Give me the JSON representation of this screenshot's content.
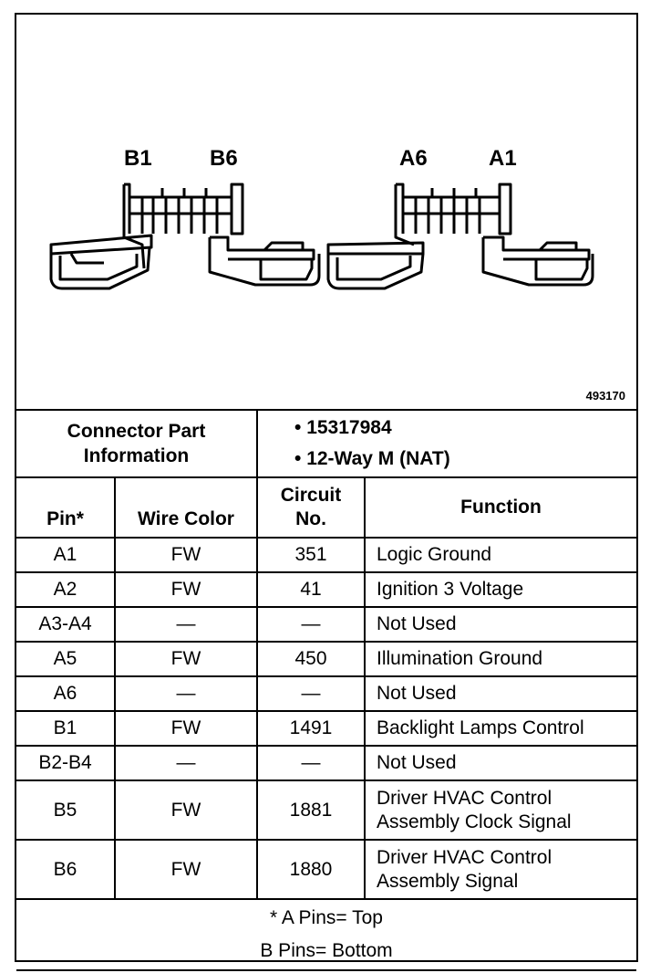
{
  "diagram": {
    "left_connector": {
      "label_left": "B1",
      "label_right": "B6"
    },
    "right_connector": {
      "label_left": "A6",
      "label_right": "A1"
    },
    "figure_id": "493170"
  },
  "part_info": {
    "label_line1": "Connector Part",
    "label_line2": "Information",
    "bullet": "•",
    "items": [
      "15317984",
      "12-Way M (NAT)"
    ]
  },
  "table": {
    "headers": {
      "pin": "Pin*",
      "wire_color": "Wire Color",
      "circuit_line1": "Circuit",
      "circuit_line2": "No.",
      "function": "Function"
    },
    "rows": [
      {
        "pin": "A1",
        "wire": "FW",
        "circuit": "351",
        "function": "Logic Ground"
      },
      {
        "pin": "A2",
        "wire": "FW",
        "circuit": "41",
        "function": "Ignition 3 Voltage"
      },
      {
        "pin": "A3-A4",
        "wire": "—",
        "circuit": "—",
        "function": "Not Used"
      },
      {
        "pin": "A5",
        "wire": "FW",
        "circuit": "450",
        "function": "Illumination Ground"
      },
      {
        "pin": "A6",
        "wire": "—",
        "circuit": "—",
        "function": "Not Used"
      },
      {
        "pin": "B1",
        "wire": "FW",
        "circuit": "1491",
        "function": "Backlight Lamps Control"
      },
      {
        "pin": "B2-B4",
        "wire": "—",
        "circuit": "—",
        "function": "Not Used"
      },
      {
        "pin": "B5",
        "wire": "FW",
        "circuit": "1881",
        "function_line1": "Driver HVAC Control",
        "function_line2": "Assembly Clock Signal"
      },
      {
        "pin": "B6",
        "wire": "FW",
        "circuit": "1880",
        "function_line1": "Driver HVAC Control",
        "function_line2": "Assembly Signal"
      }
    ]
  },
  "footnote": {
    "line1": "* A Pins= Top",
    "line2": "B Pins= Bottom"
  }
}
